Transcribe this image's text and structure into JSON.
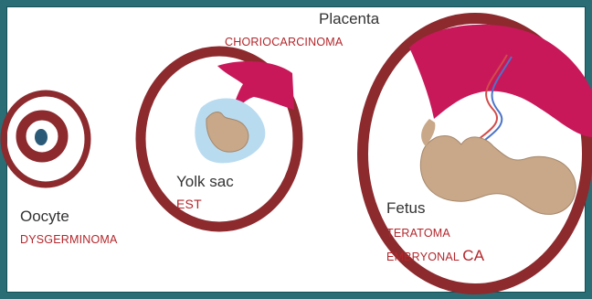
{
  "labels": {
    "placenta": "Placenta",
    "choriocarcinoma": "CHORIOCARCINOMA",
    "yolk_sac": "Yolk sac",
    "est": "EST",
    "oocyte": "Oocyte",
    "dysgerminoma": "DYSGERMINOMA",
    "fetus": "Fetus",
    "teratoma": "TERATOMA",
    "embryonal_prefix": "EMBRYONAL ",
    "embryonal_suffix": "CA"
  },
  "colors": {
    "background_frame": "#1f5f66",
    "ring": "#8c2a2e",
    "placenta": "#c8185a",
    "embryo": "#c8a888",
    "yolk_halo": "#b9dbf0",
    "tumor_text": "#b3262b",
    "stage_text": "#333333"
  }
}
